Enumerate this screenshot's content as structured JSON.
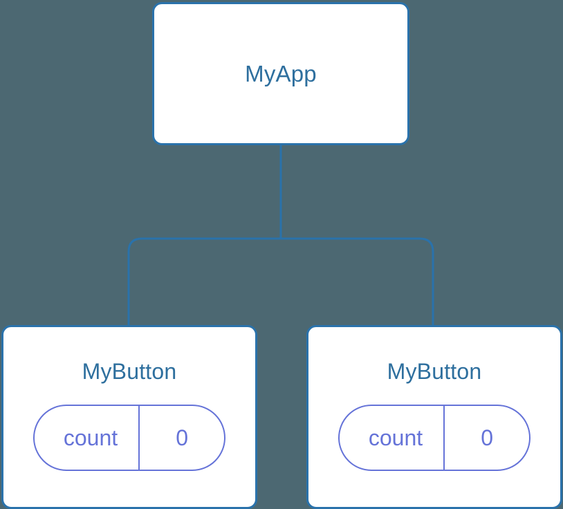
{
  "diagram": {
    "type": "component-tree",
    "background_color": "#4c6872",
    "node_border_color": "#2a72ab",
    "node_fill_color": "#ffffff",
    "node_title_color": "#2e6f9e",
    "state_pill_color": "#6573d8",
    "edge_color": "#2a72ab"
  },
  "root": {
    "title": "MyApp"
  },
  "children": [
    {
      "title": "MyButton",
      "state": {
        "key": "count",
        "value": "0"
      }
    },
    {
      "title": "MyButton",
      "state": {
        "key": "count",
        "value": "0"
      }
    }
  ]
}
